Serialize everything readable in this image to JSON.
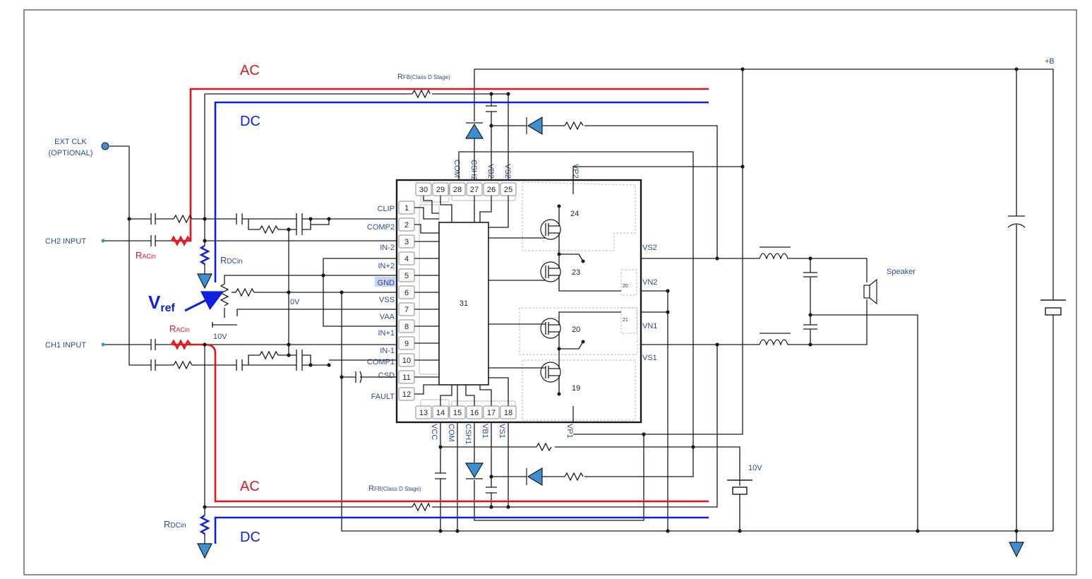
{
  "labels": {
    "ext_clk_1": "EXT CLK",
    "ext_clk_2": "(OPTIONAL)",
    "ch2_input": "CH2 INPUT",
    "ch1_input": "CH1 INPUT",
    "rac_top_r": "R",
    "rac_top_sub": "ACin",
    "rac_bot_r": "R",
    "rac_bot_sub": "ACin",
    "rdc_top_r": "R",
    "rdc_top_sub": "DCin",
    "rdc_bot_r": "R",
    "rdc_bot_sub": "DCin",
    "vref_v": "V",
    "vref_sub": "ref",
    "v10_pot": "10V",
    "v0": "0V",
    "ac_top": "AC",
    "dc_top": "DC",
    "ac_bot": "AC",
    "dc_bot": "DC",
    "rfb_top_r": "R",
    "rfb_top_sub": "FB(Class D Stage)",
    "rfb_bot_r": "R",
    "rfb_bot_sub": "FB(Class D Stage)",
    "plus_b": "+B",
    "speaker": "Speaker",
    "v10_supply": "10V",
    "chip_center": "31",
    "q24": "24",
    "q23": "23",
    "q20": "20",
    "q19": "19",
    "vs2": "VS2",
    "vn2": "VN2",
    "vn1": "VN1",
    "vs1": "VS1",
    "vn2_small": "20",
    "vn1_small": "21"
  },
  "left_pins": [
    {
      "num": "1",
      "name": "CLIP"
    },
    {
      "num": "2",
      "name": "COMP2"
    },
    {
      "num": "3",
      "name": "IN-2"
    },
    {
      "num": "4",
      "name": "IN+2"
    },
    {
      "num": "5",
      "name": "GND"
    },
    {
      "num": "6",
      "name": "VSS"
    },
    {
      "num": "7",
      "name": "VAA"
    },
    {
      "num": "8",
      "name": "IN+1"
    },
    {
      "num": "9",
      "name": "IN-1"
    },
    {
      "num": "10",
      "name": "COMP1"
    },
    {
      "num": "11",
      "name": "CSD"
    },
    {
      "num": "12",
      "name": "FAULT"
    }
  ],
  "top_pins": [
    {
      "num": "30",
      "name": ""
    },
    {
      "num": "29",
      "name": ""
    },
    {
      "num": "28",
      "name": "COM"
    },
    {
      "num": "27",
      "name": "CSH2"
    },
    {
      "num": "26",
      "name": "VB2"
    },
    {
      "num": "25",
      "name": "VS2"
    }
  ],
  "top_pin_vp2": "VP2",
  "bottom_pins": [
    {
      "num": "13",
      "name": ""
    },
    {
      "num": "14",
      "name": "VCC"
    },
    {
      "num": "15",
      "name": "COM"
    },
    {
      "num": "16",
      "name": "CSH1"
    },
    {
      "num": "17",
      "name": "VB1"
    },
    {
      "num": "18",
      "name": "VS1"
    }
  ],
  "bottom_pin_vp1": "VP1",
  "colors": {
    "ac": "#e8141c",
    "dc": "#1020e0",
    "wire": "#1a1a1a",
    "label": "#2a4c8c",
    "diode": "#3d8fd4",
    "highlight": "#c9d4f2"
  }
}
